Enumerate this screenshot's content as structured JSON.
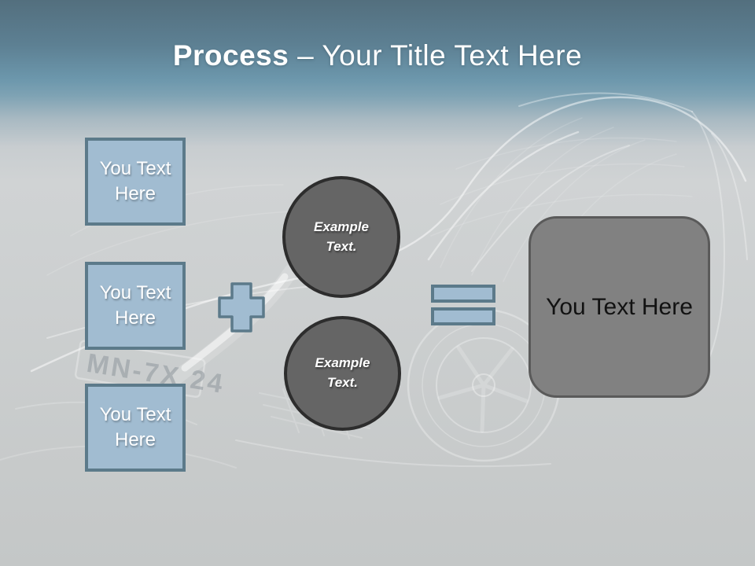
{
  "title": {
    "bold": "Process",
    "rest": " – Your Title Text Here"
  },
  "inputs": [
    {
      "label": "You Text Here"
    },
    {
      "label": "You Text Here"
    },
    {
      "label": "You Text Here"
    }
  ],
  "examples": [
    {
      "label": "Example Text."
    },
    {
      "label": "Example Text."
    }
  ],
  "result": {
    "label": "You Text Here"
  },
  "icons": {
    "plus": "plus-operator",
    "equals": "equals-operator"
  },
  "background": {
    "license_plate": "MN-7X 24",
    "description": "faint white wireframe 3D car watermark"
  },
  "colors": {
    "accent_blue": "#a1bcd1",
    "accent_blue_border": "#5c7a8a",
    "circle_fill": "#656565",
    "circle_border": "#2d2d2d",
    "result_fill": "#818181",
    "result_border": "#5a5a5a",
    "header_top": "#536f7e",
    "header_blue": "#6c97ac",
    "body_gray": "#c7caca",
    "title_color": "#ffffff"
  }
}
